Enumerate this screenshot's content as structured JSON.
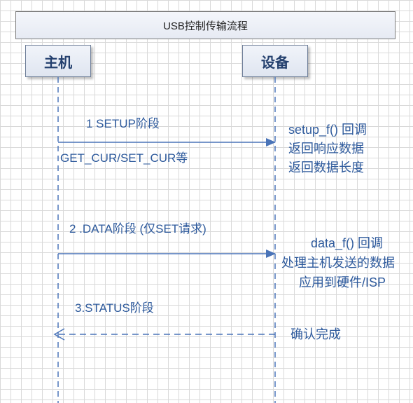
{
  "title": "USB控制传输流程",
  "actors": {
    "host": "主机",
    "device": "设备"
  },
  "messages": [
    {
      "label": "1 SETUP阶段",
      "sublabel": "GET_CUR/SET_CUR等",
      "direction": "host-to-device",
      "style": "solid"
    },
    {
      "label": "2 .DATA阶段 (仅SET请求)",
      "direction": "host-to-device",
      "style": "solid"
    },
    {
      "label": "3.STATUS阶段",
      "direction": "device-to-host",
      "style": "dashed"
    }
  ],
  "notes": {
    "setup": [
      "setup_f() 回调",
      "返回响应数据",
      "返回数据长度"
    ],
    "data": [
      "data_f() 回调",
      "处理主机发送的数据",
      "应用到硬件/ISP"
    ],
    "status": [
      "确认完成"
    ]
  },
  "colors": {
    "line": "#4a74b8",
    "text": "#2e5a9c",
    "grid": "#d9d9d9"
  }
}
